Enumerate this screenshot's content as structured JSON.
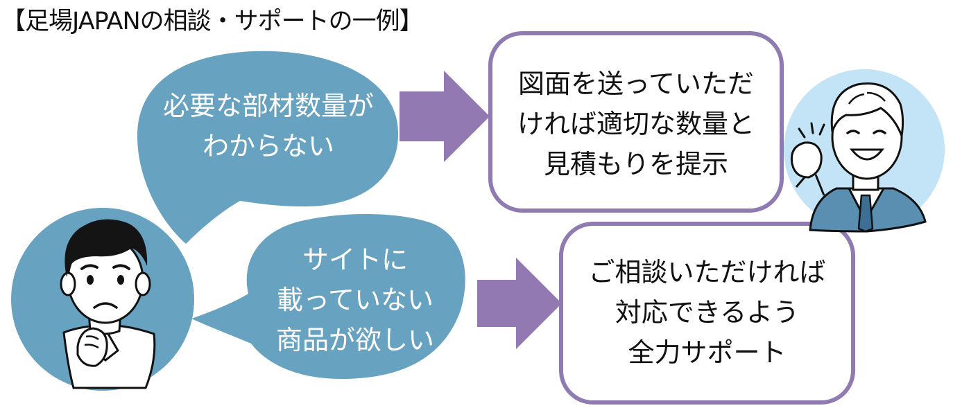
{
  "title": "【足場JAPANの相談・サポートの一例】",
  "colors": {
    "bubble": "#67a3c1",
    "arrow": "#9279b1",
    "box_border": "#8f7bb1",
    "avatar_left_bg": "#67a3c1",
    "avatar_right_bg": "#c2e4f6"
  },
  "rows": [
    {
      "concern": {
        "lines": [
          "必要な部材数量が",
          "わからない"
        ]
      },
      "support": {
        "lines": [
          "図面を送っていただ",
          "ければ適切な数量と",
          "見積もりを提示"
        ]
      }
    },
    {
      "concern": {
        "lines": [
          "サイトに",
          "載っていない",
          "商品が欲しい"
        ]
      },
      "support": {
        "lines": [
          "ご相談いただければ",
          "対応できるよう",
          "全力サポート"
        ]
      }
    }
  ]
}
